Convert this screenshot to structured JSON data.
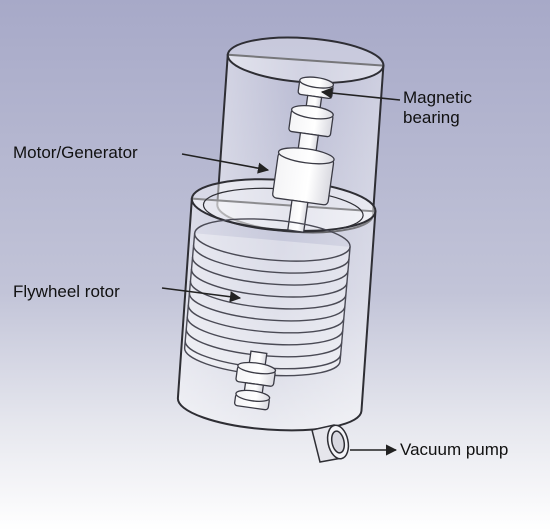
{
  "labels": {
    "magnetic_bearing": [
      "Magnetic",
      "bearing"
    ],
    "motor_generator": "Motor/Generator",
    "flywheel_rotor": "Flywheel rotor",
    "vacuum_pump": "Vacuum pump"
  },
  "colors": {
    "background_top": "#a9abc9",
    "background_bottom": "#ffffff",
    "line": "#222222",
    "outline": "#2e2e34"
  }
}
